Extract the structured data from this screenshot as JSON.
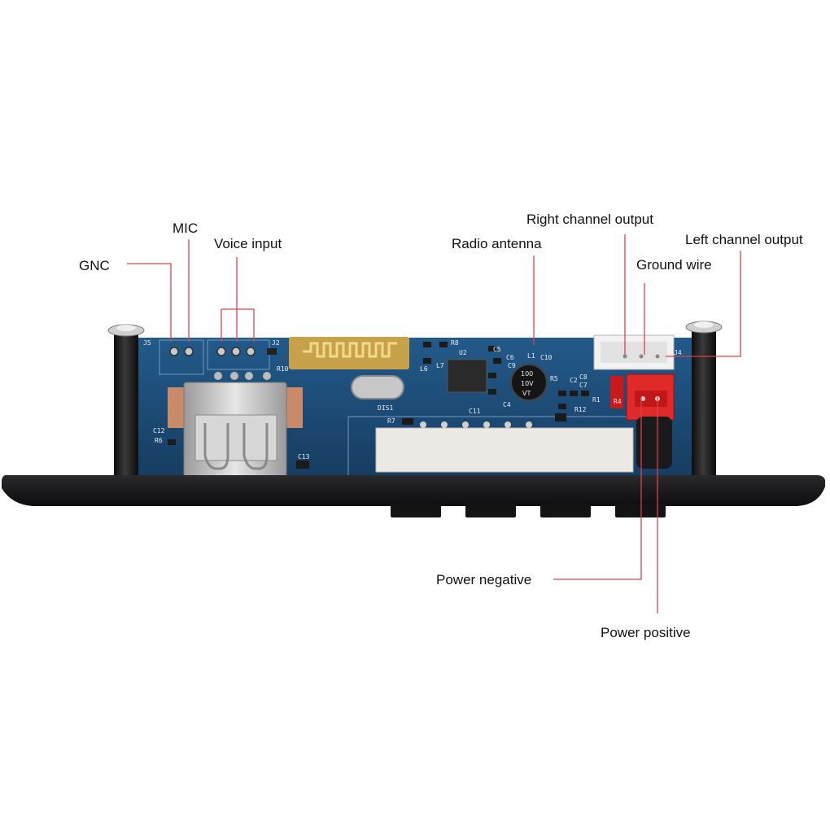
{
  "labels": {
    "gnc": "GNC",
    "mic": "MIC",
    "voice_input": "Voice input",
    "radio_antenna": "Radio antenna",
    "right_channel_output": "Right channel output",
    "left_channel_output": "Left channel output",
    "ground_wire": "Ground wire",
    "power_negative": "Power negative",
    "power_positive": "Power positive"
  },
  "pcb_markings": {
    "j5": "J5",
    "j2": "J2",
    "r10": "R10",
    "c12": "C12",
    "r6": "R6",
    "c13": "C13",
    "dis1": "DIS1",
    "r7": "R7",
    "r8": "R8",
    "u2": "U2",
    "l6": "L6",
    "l7": "L7",
    "c5": "C5",
    "c6": "C6",
    "c9": "C9",
    "l1": "L1",
    "c10": "C10",
    "r5": "R5",
    "c4": "C4",
    "c11": "C11",
    "j4": "J4",
    "r1": "R1",
    "r4": "R4",
    "r12": "R12",
    "c2": "C2",
    "c7": "C7",
    "c8": "C8",
    "cap_value": "100",
    "cap_voltage": "10V",
    "cap_series": "VT"
  },
  "colors": {
    "leader_line": "#e0404a",
    "pcb": "#1d4d78",
    "panel": "#1c1c1e",
    "connector_red": "#e02a2a",
    "connector_white": "#f2f2f2"
  }
}
